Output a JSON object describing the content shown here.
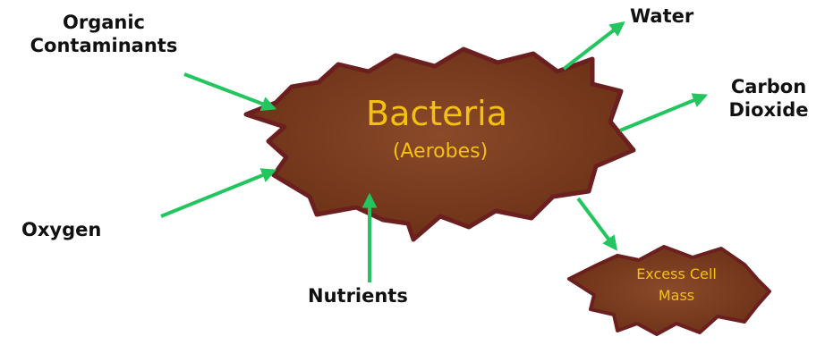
{
  "center": {
    "title": "Bacteria",
    "subtitle": "(Aerobes)"
  },
  "product": {
    "line1": "Excess Cell",
    "line2": "Mass"
  },
  "inputs": {
    "organic_line1": "Organic",
    "organic_line2": "Contaminants",
    "oxygen": "Oxygen",
    "nutrients": "Nutrients"
  },
  "outputs": {
    "water": "Water",
    "co2_line1": "Carbon",
    "co2_line2": "Dioxide"
  },
  "colors": {
    "blob_fill": "#7a3a1c",
    "blob_outline": "#6b1f1f",
    "blob_text": "#f4c20d",
    "arrow": "#22c55e",
    "label_text": "#111111"
  }
}
